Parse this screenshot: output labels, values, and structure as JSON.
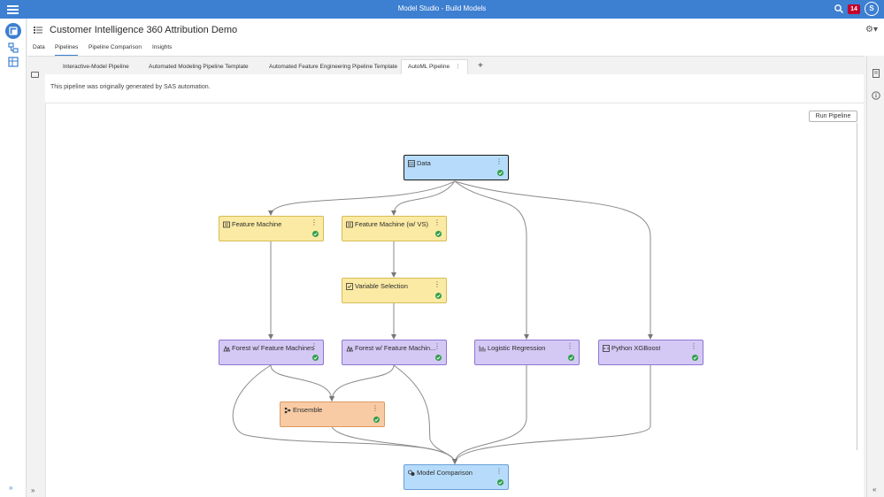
{
  "app": {
    "title": "Model Studio - Build Models",
    "notification_count": "14",
    "user_initial": "S"
  },
  "project": {
    "title": "Customer Intelligence 360 Attribution Demo"
  },
  "tabs": [
    {
      "label": "Data"
    },
    {
      "label": "Pipelines"
    },
    {
      "label": "Pipeline Comparison"
    },
    {
      "label": "Insights"
    }
  ],
  "pipeline_tabs": [
    {
      "label": "Interactive-Model Pipeline"
    },
    {
      "label": "Automated Modeling Pipeline Template"
    },
    {
      "label": "Automated Feature Engineering Pipeline Template"
    },
    {
      "label": "AutoML Pipeline"
    }
  ],
  "pipeline": {
    "note": "This pipeline was originally generated by SAS automation.",
    "run_label": "Run Pipeline",
    "nodes": [
      {
        "label": "Data",
        "kind": "data",
        "icon": "table-icon"
      },
      {
        "label": "Feature Machine",
        "kind": "prep",
        "icon": "feature-icon"
      },
      {
        "label": "Feature Machine (w/ VS)",
        "kind": "prep",
        "icon": "feature-icon"
      },
      {
        "label": "Variable Selection",
        "kind": "prep",
        "icon": "selection-icon"
      },
      {
        "label": "Forest w/ Feature Machines",
        "kind": "model",
        "icon": "forest-icon"
      },
      {
        "label": "Forest w/ Feature Machin...",
        "kind": "model",
        "icon": "forest-icon"
      },
      {
        "label": "Logistic Regression",
        "kind": "model",
        "icon": "regression-icon"
      },
      {
        "label": "Python XGBoost",
        "kind": "model",
        "icon": "code-icon"
      },
      {
        "label": "Ensemble",
        "kind": "ensemble",
        "icon": "ensemble-icon"
      },
      {
        "label": "Model Comparison",
        "kind": "compare",
        "icon": "compare-icon"
      }
    ]
  },
  "colors": {
    "brand": "#3d7fd1",
    "data_node": "#b7dcfb",
    "prep_node": "#fbeaa4",
    "model_node": "#d4c9f5",
    "ensemble_node": "#f9cba5",
    "success": "#2e9e48"
  }
}
